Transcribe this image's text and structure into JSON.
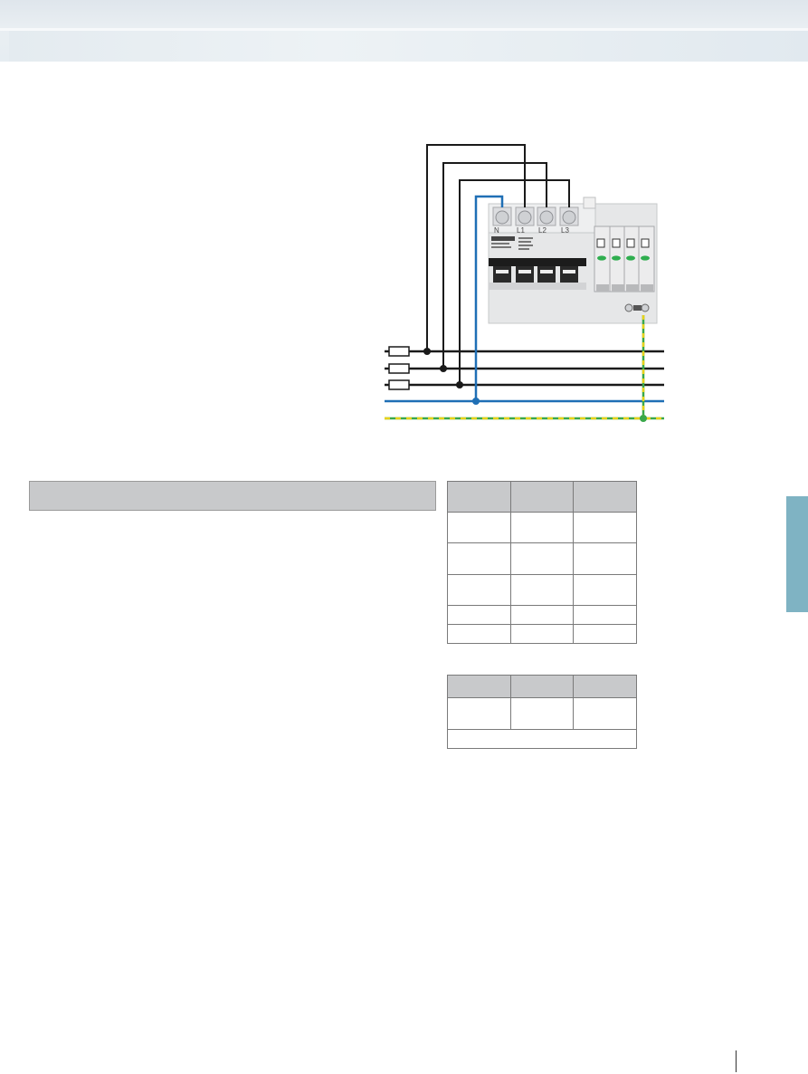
{
  "diagram": {
    "terminal_labels": [
      "N",
      "L1",
      "L2",
      "L3"
    ],
    "colors": {
      "phase_line": "#1a1a1a",
      "neutral_line": "#1f6fb5",
      "pe_green": "#3aa84a",
      "pe_yellow": "#e8d21a",
      "device_body": "#e6e7e8",
      "status_led": "#2fae4f",
      "side_tab": "#7fb3c3"
    }
  },
  "table1": {
    "rows": [
      [
        "",
        "",
        ""
      ],
      [
        "",
        "",
        ""
      ],
      [
        "",
        "",
        ""
      ],
      [
        "",
        "",
        ""
      ],
      [
        "",
        "",
        ""
      ],
      [
        "",
        "",
        ""
      ]
    ]
  },
  "table2": {
    "rows": [
      [
        "",
        "",
        ""
      ],
      [
        "",
        "",
        ""
      ],
      [
        ""
      ]
    ]
  }
}
